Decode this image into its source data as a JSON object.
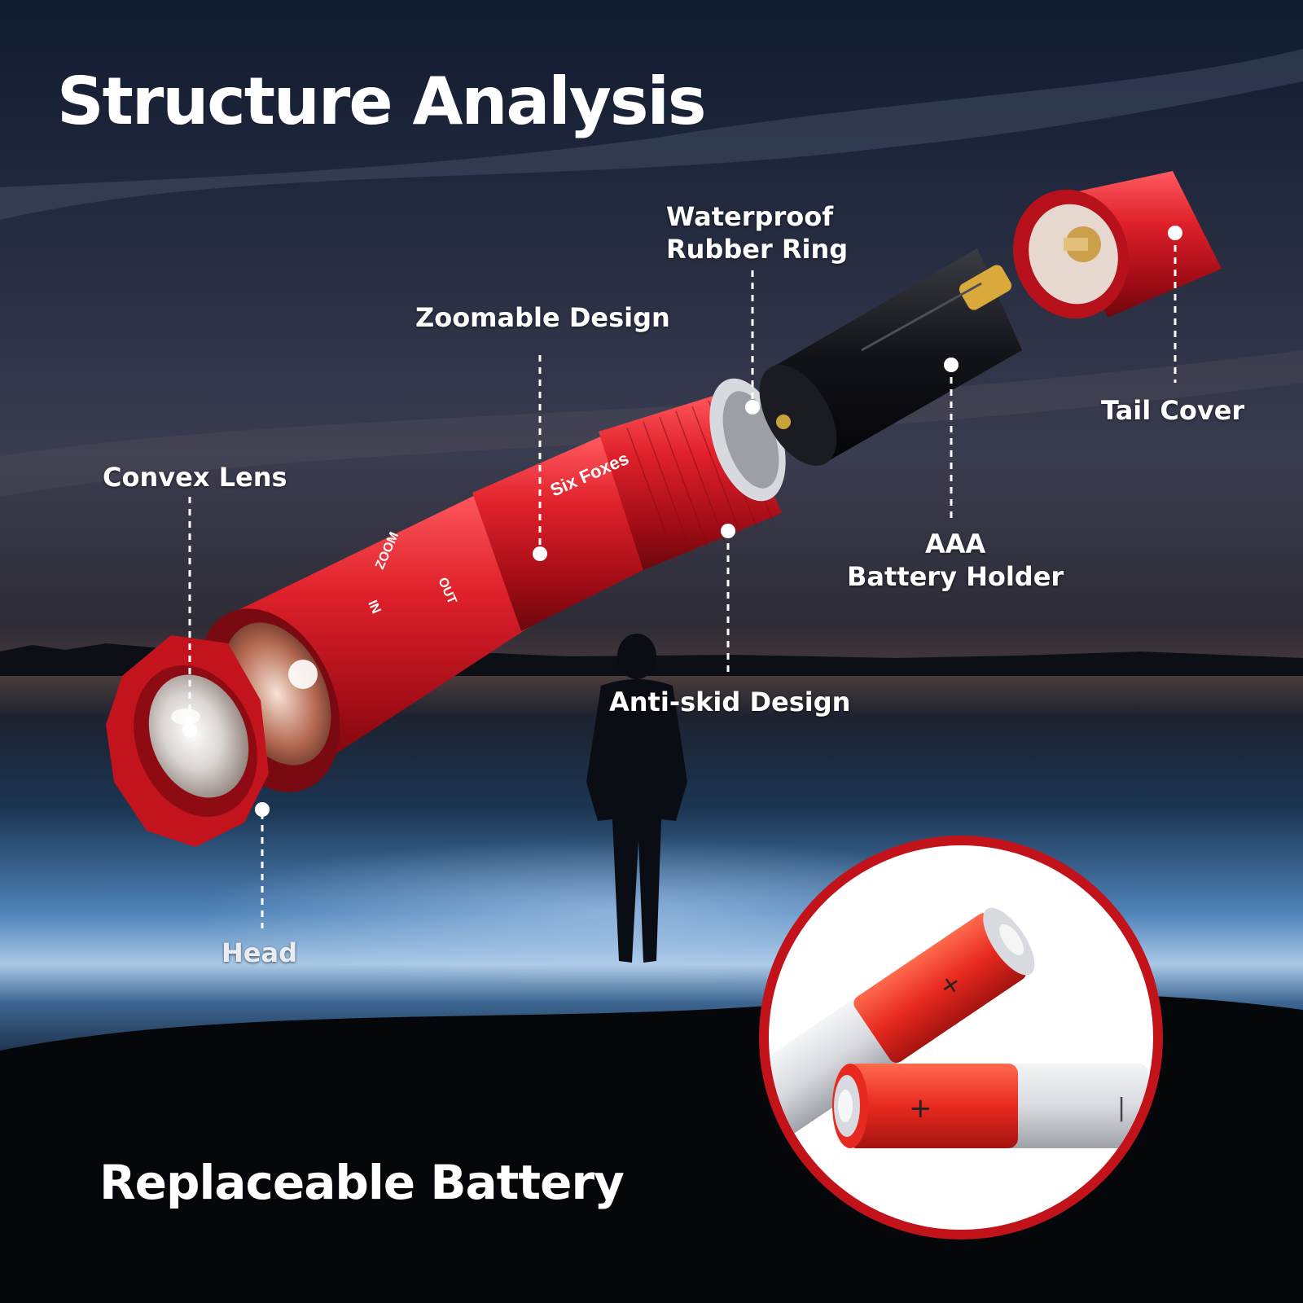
{
  "title": "Structure Analysis",
  "subtitle": "Replaceable Battery",
  "brand_mark": "Six Foxes",
  "zoom_markings": [
    "ZOOM",
    "OUT",
    "IN"
  ],
  "callouts": {
    "convex_lens": "Convex Lens",
    "head": "Head",
    "zoomable_design": "Zoomable Design",
    "waterproof_rubber_ring": [
      "Waterproof",
      "Rubber Ring"
    ],
    "tail_cover": "Tail Cover",
    "battery_holder": [
      "AAA",
      "Battery Holder"
    ],
    "anti_skid_design": "Anti-skid Design"
  },
  "colors": {
    "flashlight_red": "#d11a24",
    "callout_text": "#ffffff",
    "battery_red": "#e8291f",
    "battery_silver": "#d8dadf"
  }
}
